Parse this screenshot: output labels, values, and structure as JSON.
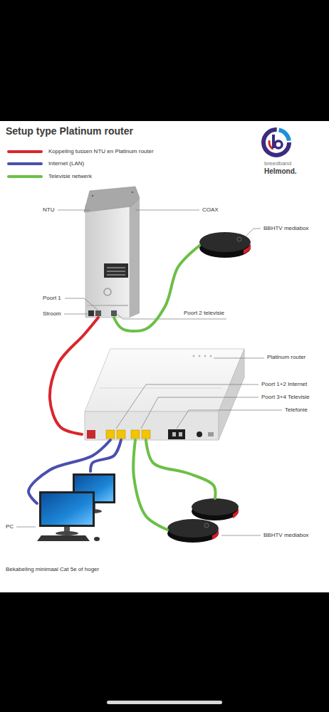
{
  "diagram": {
    "title": "Setup type Platinum router",
    "caption": "Bekabeling minimaal Cat 5e of hoger",
    "nodes": [
      {
        "text": [
          "NTU"
        ]
      },
      {
        "text": [
          "BBHTV mediabox"
        ]
      },
      {
        "text": [
          "Platinum router"
        ]
      },
      {
        "text": [
          "PC"
        ]
      },
      {
        "text": [
          "BBHTV mediabox"
        ]
      }
    ],
    "edges": [
      {
        "from": 0,
        "to": 2,
        "arrow": "none"
      },
      {
        "from": 0,
        "to": 1,
        "arrow": "none"
      },
      {
        "from": 2,
        "to": 3,
        "arrow": "none"
      },
      {
        "from": 2,
        "to": 3,
        "arrow": "none"
      },
      {
        "from": 2,
        "to": 4,
        "arrow": "none"
      },
      {
        "from": 2,
        "to": 4,
        "arrow": "none"
      }
    ],
    "labels": [
      "COAX",
      "Poort 1",
      "Stroom",
      "Poort 2 televisie",
      "Poort 1+2 Internet",
      "Poort 3+4 Televisie",
      "Telefonie",
      "breedband",
      "Helmond."
    ],
    "legend": [
      {
        "text": "Koppeling tussen NTU en Platinum router",
        "color": "#d9262c"
      },
      {
        "text": "Internet (LAN)",
        "color": "#4a4fae"
      },
      {
        "text": "Televisie netwerk",
        "color": "#6cbf47"
      }
    ]
  }
}
